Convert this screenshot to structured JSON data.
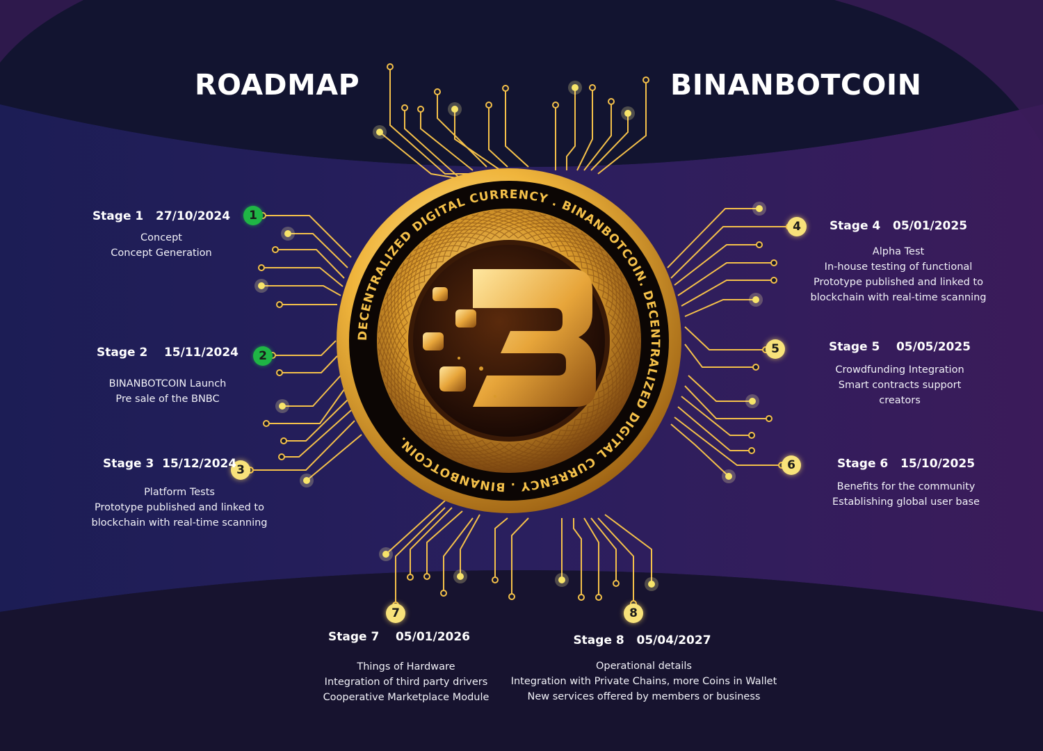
{
  "header": {
    "left_title": "ROADMAP",
    "right_title": "BINANBOTCOIN"
  },
  "coin": {
    "ring_text": "DECENTRALIZED DIGITAL CURRENCY . BINANBOTCOIN. DECENTRALIZED DIGITAL CURRENCY . BINANBOTCOIN. ",
    "logo_letter": "B",
    "accent_color": "#f5c14a",
    "gold_dark": "#a0661a"
  },
  "stages": [
    {
      "number": "1",
      "label": "Stage 1",
      "date": "27/10/2024",
      "marker_color": "green",
      "lines": [
        "Concept",
        "Concept Generation"
      ]
    },
    {
      "number": "2",
      "label": "Stage 2",
      "date": "15/11/2024",
      "marker_color": "green",
      "lines": [
        "BINANBOTCOIN Launch",
        "Pre sale of the BNBC"
      ]
    },
    {
      "number": "3",
      "label": "Stage 3",
      "date": "15/12/2024",
      "marker_color": "yellow",
      "lines": [
        "Platform Tests",
        "Prototype published and linked to",
        "blockchain with real-time scanning"
      ]
    },
    {
      "number": "4",
      "label": "Stage 4",
      "date": "05/01/2025",
      "marker_color": "yellow",
      "lines": [
        "Alpha Test",
        "In-house testing of functional",
        "Prototype published and linked to",
        "blockchain with real-time scanning"
      ]
    },
    {
      "number": "5",
      "label": "Stage 5",
      "date": "05/05/2025",
      "marker_color": "yellow",
      "lines": [
        "Crowdfunding Integration",
        "Smart contracts support",
        "creators"
      ]
    },
    {
      "number": "6",
      "label": "Stage 6",
      "date": "15/10/2025",
      "marker_color": "yellow",
      "lines": [
        "Benefits for the community",
        "Establishing global user base"
      ]
    },
    {
      "number": "7",
      "label": "Stage 7",
      "date": "05/01/2026",
      "marker_color": "yellow",
      "lines": [
        "Things of Hardware",
        "Integration of third party drivers",
        "Cooperative Marketplace Module"
      ]
    },
    {
      "number": "8",
      "label": "Stage 8",
      "date": "05/04/2027",
      "marker_color": "yellow",
      "lines": [
        "Operational details",
        "Integration with Private Chains, more Coins in Wallet",
        "New services offered by members or business"
      ]
    }
  ]
}
